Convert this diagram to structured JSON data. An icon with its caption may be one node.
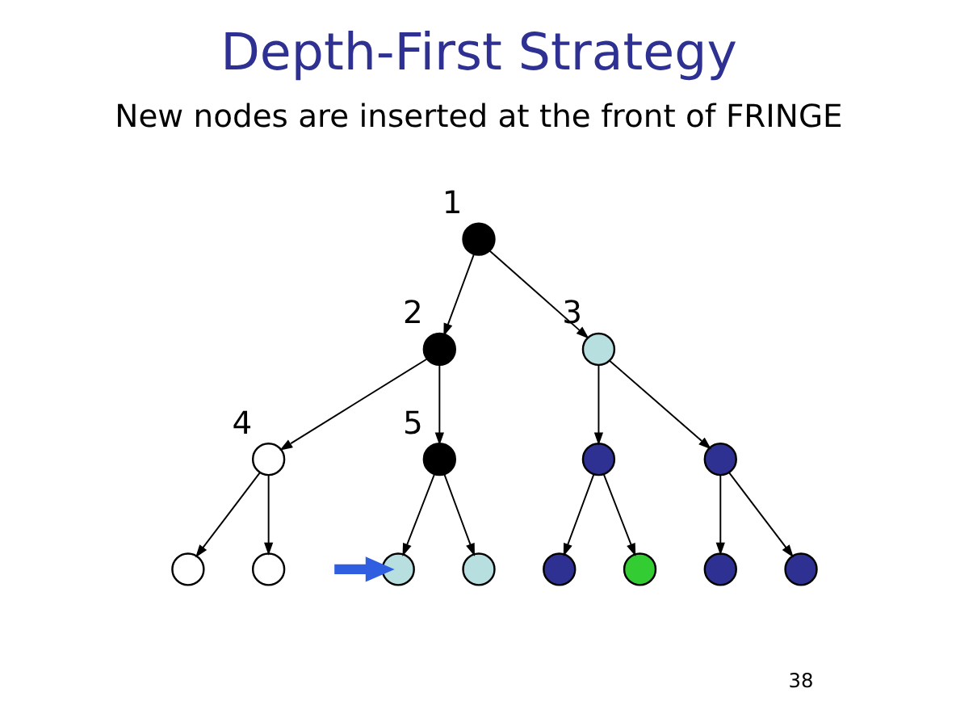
{
  "diagram": {
    "title": "Depth-First Strategy",
    "nodes": [
      {
        "text": [],
        "shape": "circle",
        "beside": [
          "1"
        ]
      },
      {
        "text": [],
        "shape": "circle",
        "beside": [
          "2"
        ]
      },
      {
        "text": [],
        "shape": "circle",
        "beside": [
          "3"
        ]
      },
      {
        "text": [],
        "shape": "circle",
        "beside": [
          "4"
        ]
      },
      {
        "text": [],
        "shape": "circle",
        "beside": [
          "5"
        ]
      },
      {
        "text": [],
        "shape": "circle"
      },
      {
        "text": [],
        "shape": "circle"
      },
      {
        "text": [],
        "shape": "circle"
      },
      {
        "text": [],
        "shape": "circle"
      },
      {
        "text": [],
        "shape": "circle"
      },
      {
        "text": [],
        "shape": "circle"
      },
      {
        "text": [],
        "shape": "circle"
      },
      {
        "text": [],
        "shape": "circle"
      },
      {
        "text": [],
        "shape": "circle"
      },
      {
        "text": [],
        "shape": "circle"
      }
    ],
    "edges": [
      {
        "from": 0,
        "to": 1,
        "arrow": "to"
      },
      {
        "from": 0,
        "to": 2,
        "arrow": "to"
      },
      {
        "from": 1,
        "to": 3,
        "arrow": "to"
      },
      {
        "from": 1,
        "to": 4,
        "arrow": "to"
      },
      {
        "from": 2,
        "to": 5,
        "arrow": "to"
      },
      {
        "from": 2,
        "to": 6,
        "arrow": "to"
      },
      {
        "from": 3,
        "to": 7,
        "arrow": "to"
      },
      {
        "from": 3,
        "to": 8,
        "arrow": "to"
      },
      {
        "from": 4,
        "to": 9,
        "arrow": "to"
      },
      {
        "from": 4,
        "to": 10,
        "arrow": "to"
      },
      {
        "from": 5,
        "to": 11,
        "arrow": "to"
      },
      {
        "from": 5,
        "to": 12,
        "arrow": "to"
      },
      {
        "from": 6,
        "to": 13,
        "arrow": "to"
      },
      {
        "from": 6,
        "to": 14,
        "arrow": "to"
      },
      {
        "from": null,
        "to": 9,
        "arrow": "to",
        "style": "thick",
        "color": "#2f5fe0"
      }
    ],
    "labels": [
      "New nodes are inserted at the front of FRINGE",
      "38"
    ]
  }
}
